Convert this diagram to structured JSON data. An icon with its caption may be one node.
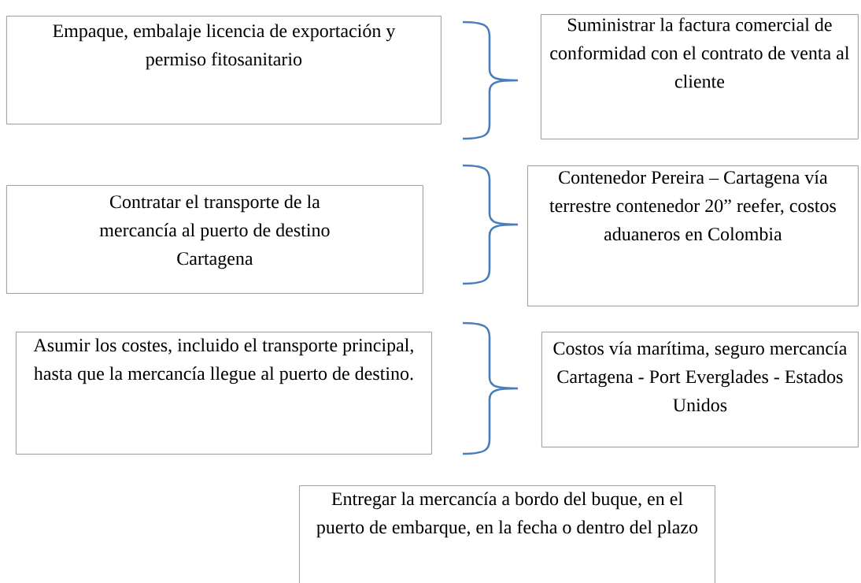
{
  "diagram": {
    "nodes": [
      {
        "text": [
          "Empaque, embalaje licencia de exportación y permiso fitosanitario"
        ]
      },
      {
        "text": [
          "Suministrar la factura comercial de conformidad con el contrato de venta al cliente"
        ]
      },
      {
        "text": [
          "Contratar el transporte de la mercancía al puerto de destino Cartagena"
        ]
      },
      {
        "text": [
          "Contenedor Pereira – Cartagena vía terrestre contenedor 20” reefer, costos aduaneros en Colombia"
        ]
      },
      {
        "text": [
          "Asumir los costes, incluido el transporte principal, hasta que la mercancía llegue al puerto de destino."
        ]
      },
      {
        "text": [
          "Costos vía marítima, seguro mercancía Cartagena - Port Everglades - Estados Unidos"
        ]
      },
      {
        "text": [
          "Entregar la mercancía a bordo del buque, en el puerto de embarque, en la fecha o dentro del plazo"
        ]
      }
    ]
  }
}
